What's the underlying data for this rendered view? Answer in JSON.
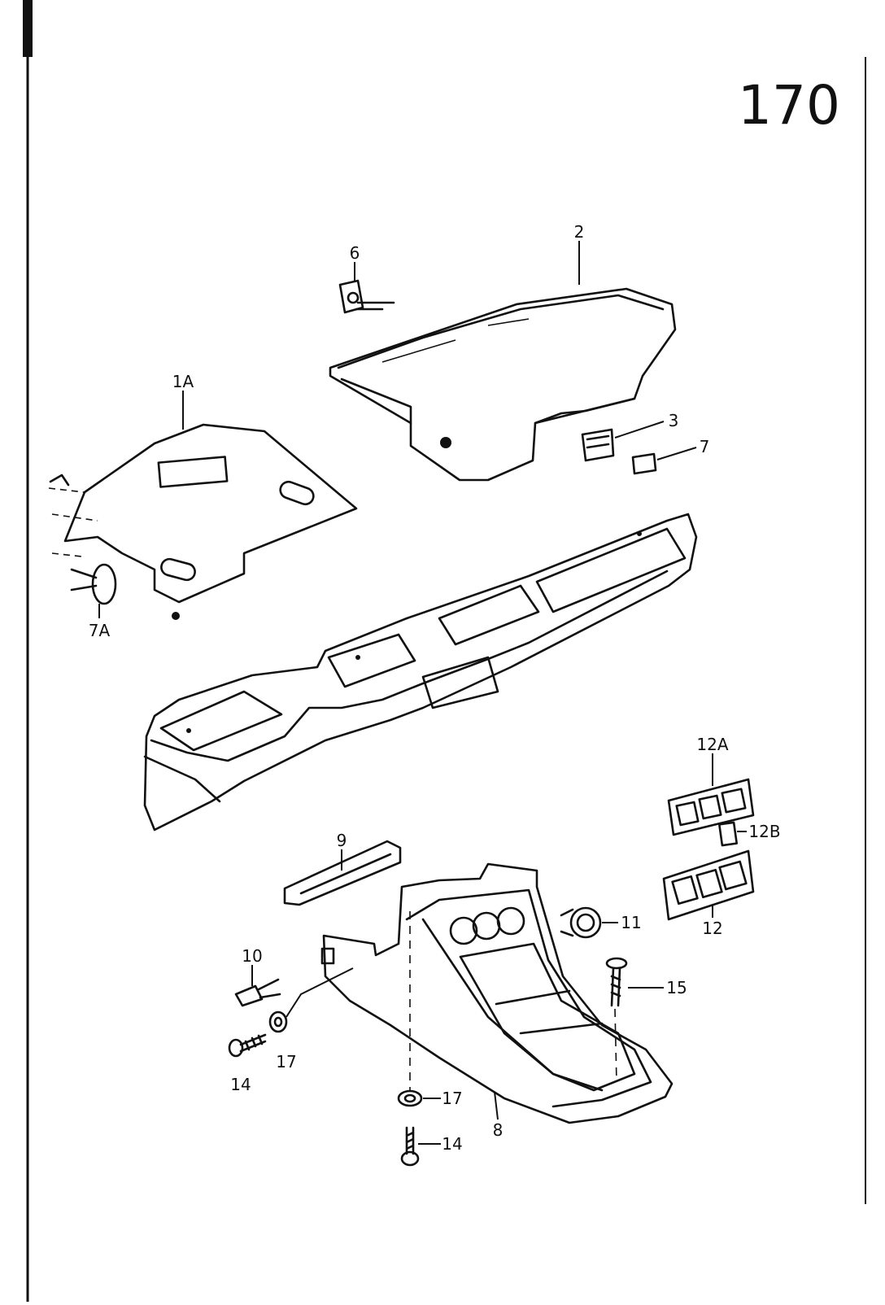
{
  "page": {
    "number": "170"
  },
  "callouts": {
    "c1A": "1A",
    "c2": "2",
    "c3": "3",
    "c6": "6",
    "c7": "7",
    "c7A": "7A",
    "c8": "8",
    "c9": "9",
    "c10": "10",
    "c11": "11",
    "c12": "12",
    "c12A": "12A",
    "c12B": "12B",
    "c14a": "14",
    "c14b": "14",
    "c15": "15",
    "c17a": "17",
    "c17b": "17"
  },
  "colors": {
    "ink": "#111111",
    "paper": "#ffffff"
  }
}
